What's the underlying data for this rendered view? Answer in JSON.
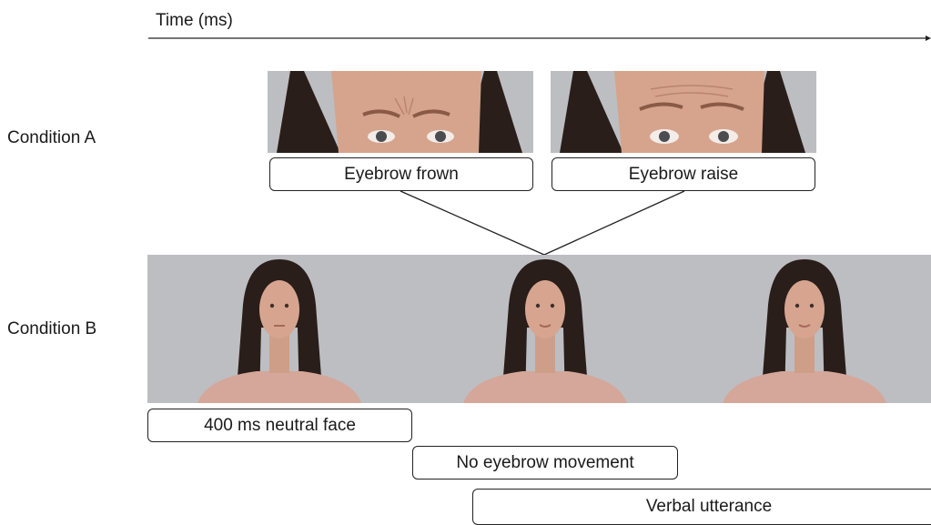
{
  "timeline": {
    "label": "Time (ms)"
  },
  "conditions": {
    "a_label": "Condition A",
    "b_label": "Condition B"
  },
  "boxes": {
    "frown": "Eyebrow frown",
    "raise": "Eyebrow raise",
    "neutral": "400 ms neutral face",
    "no_movement": "No eyebrow movement",
    "verbal": "Verbal utterance"
  },
  "colors": {
    "background_gray": "#bdbec2",
    "skin": "#d7a58f",
    "hair": "#2a1e1a",
    "shirt": "#d4a79a"
  }
}
